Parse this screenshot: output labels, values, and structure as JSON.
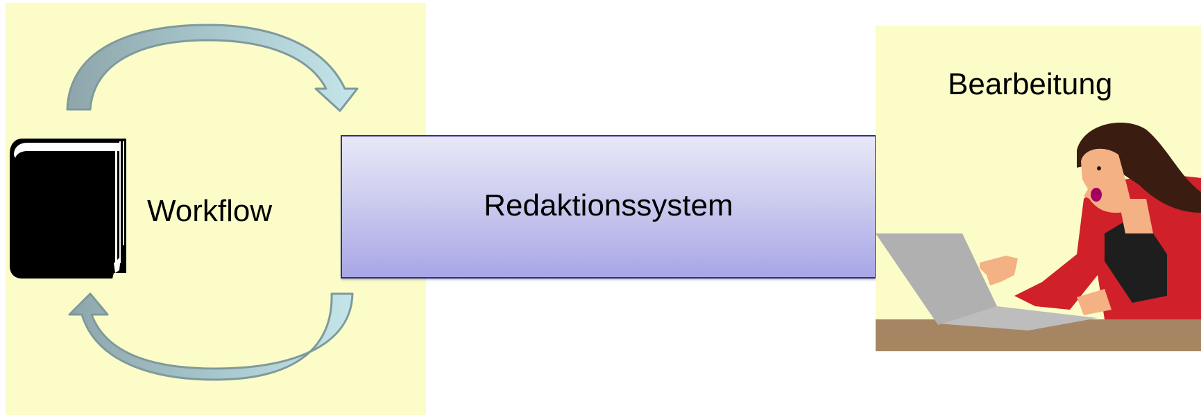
{
  "diagram": {
    "workflow": {
      "label": "Workflow",
      "icon": "book-icon"
    },
    "system": {
      "label": "Redaktionssystem"
    },
    "editing": {
      "label": "Bearbeitung",
      "illustration": "woman-at-laptop-illustration"
    },
    "colors": {
      "panel_background": "#fbfcc8",
      "box_border": "#2d2f86",
      "box_gradient_top": "#e8e8f8",
      "box_gradient_bottom": "#a8a6e6",
      "arrow_fill": "#b9dde3",
      "arrow_stroke": "#7f999c"
    }
  }
}
